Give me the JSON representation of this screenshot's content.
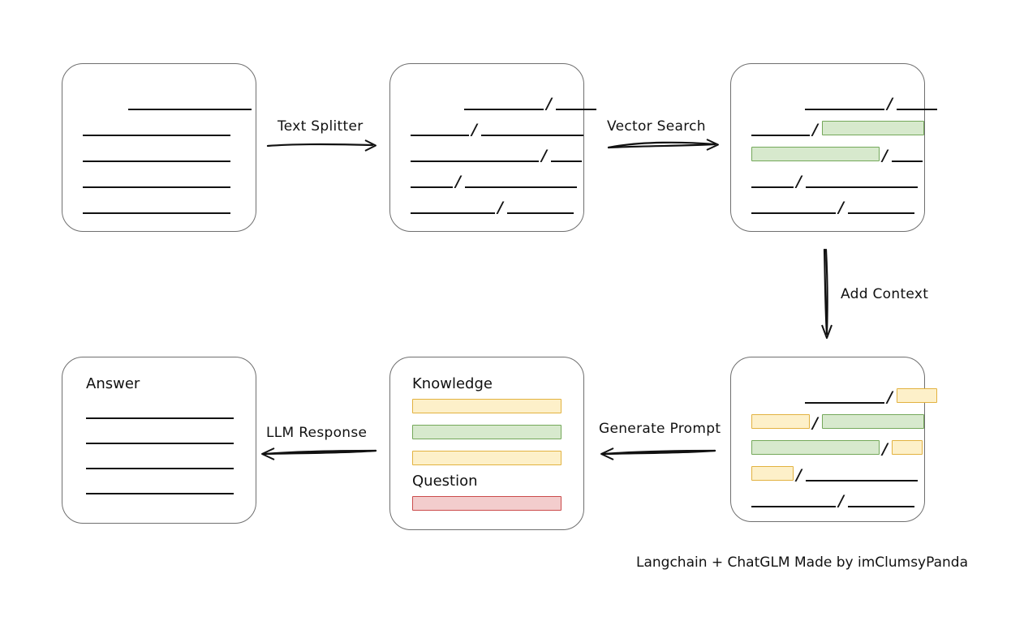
{
  "diagram": {
    "title_footer": "Langchain + ChatGLM Made by imClumsyPanda",
    "colors": {
      "box_border": "#6f6f6f",
      "rule": "#121212",
      "green_fill": "#d7e9cd",
      "green_border": "#74a85a",
      "yellow_fill": "#fdf0c9",
      "yellow_border": "#e2b240",
      "red_fill": "#f3cdcd",
      "red_border": "#cb4c4c"
    },
    "arrows": [
      {
        "id": "text-splitter",
        "label": "Text Splitter",
        "direction": "right"
      },
      {
        "id": "vector-search",
        "label": "Vector Search",
        "direction": "right"
      },
      {
        "id": "add-context",
        "label": "Add Context",
        "direction": "down"
      },
      {
        "id": "generate-prompt",
        "label": "Generate Prompt",
        "direction": "left"
      },
      {
        "id": "llm-response",
        "label": "LLM Response",
        "direction": "left"
      }
    ],
    "boxes": [
      {
        "id": "source-document",
        "title": "",
        "rows": [
          {
            "segments": [
              {
                "kind": "line",
                "indent": 56,
                "width": 152
              }
            ]
          },
          {
            "segments": [
              {
                "kind": "line",
                "indent": 0,
                "width": 182
              }
            ]
          },
          {
            "segments": [
              {
                "kind": "line",
                "indent": 0,
                "width": 182
              }
            ]
          },
          {
            "segments": [
              {
                "kind": "line",
                "indent": 0,
                "width": 182
              }
            ]
          },
          {
            "segments": [
              {
                "kind": "line",
                "indent": 0,
                "width": 182
              }
            ]
          }
        ]
      },
      {
        "id": "split-chunks",
        "title": "",
        "rows": [
          {
            "segments": [
              {
                "kind": "line",
                "indent": 66,
                "width": 98
              },
              {
                "kind": "slash"
              },
              {
                "kind": "line",
                "width": 50
              }
            ]
          },
          {
            "segments": [
              {
                "kind": "line",
                "indent": 0,
                "width": 72
              },
              {
                "kind": "slash"
              },
              {
                "kind": "line",
                "width": 126
              }
            ]
          },
          {
            "segments": [
              {
                "kind": "line",
                "indent": 0,
                "width": 158
              },
              {
                "kind": "slash"
              },
              {
                "kind": "line",
                "width": 38
              }
            ]
          },
          {
            "segments": [
              {
                "kind": "line",
                "indent": 0,
                "width": 52
              },
              {
                "kind": "slash"
              },
              {
                "kind": "line",
                "width": 138
              }
            ]
          },
          {
            "segments": [
              {
                "kind": "line",
                "indent": 0,
                "width": 104
              },
              {
                "kind": "slash"
              },
              {
                "kind": "line",
                "width": 82
              }
            ]
          }
        ]
      },
      {
        "id": "vector-matches",
        "title": "",
        "rows": [
          {
            "segments": [
              {
                "kind": "line",
                "indent": 66,
                "width": 98
              },
              {
                "kind": "slash"
              },
              {
                "kind": "line",
                "width": 50
              }
            ]
          },
          {
            "segments": [
              {
                "kind": "line",
                "indent": 0,
                "width": 72
              },
              {
                "kind": "slash"
              },
              {
                "kind": "chip",
                "color": "green",
                "width": 126
              }
            ]
          },
          {
            "segments": [
              {
                "kind": "chip",
                "color": "green",
                "indent": 0,
                "width": 158
              },
              {
                "kind": "slash"
              },
              {
                "kind": "line",
                "width": 38
              }
            ]
          },
          {
            "segments": [
              {
                "kind": "line",
                "indent": 0,
                "width": 52
              },
              {
                "kind": "slash"
              },
              {
                "kind": "line",
                "width": 138
              }
            ]
          },
          {
            "segments": [
              {
                "kind": "line",
                "indent": 0,
                "width": 104
              },
              {
                "kind": "slash"
              },
              {
                "kind": "line",
                "width": 82
              }
            ]
          }
        ]
      },
      {
        "id": "context-chunks",
        "title": "",
        "rows": [
          {
            "segments": [
              {
                "kind": "line",
                "indent": 66,
                "width": 98
              },
              {
                "kind": "slash"
              },
              {
                "kind": "chip",
                "color": "yellow",
                "width": 50
              }
            ]
          },
          {
            "segments": [
              {
                "kind": "chip",
                "color": "yellow",
                "indent": 0,
                "width": 72
              },
              {
                "kind": "slash"
              },
              {
                "kind": "chip",
                "color": "green",
                "width": 126
              }
            ]
          },
          {
            "segments": [
              {
                "kind": "chip",
                "color": "green",
                "indent": 0,
                "width": 158
              },
              {
                "kind": "slash"
              },
              {
                "kind": "chip",
                "color": "yellow",
                "width": 38
              }
            ]
          },
          {
            "segments": [
              {
                "kind": "chip",
                "color": "yellow",
                "indent": 0,
                "width": 52
              },
              {
                "kind": "slash"
              },
              {
                "kind": "line",
                "width": 138
              }
            ]
          },
          {
            "segments": [
              {
                "kind": "line",
                "indent": 0,
                "width": 104
              },
              {
                "kind": "slash"
              },
              {
                "kind": "line",
                "width": 82
              }
            ]
          }
        ]
      }
    ],
    "prompt_box": {
      "id": "prompt",
      "knowledge_label": "Knowledge",
      "question_label": "Question",
      "knowledge_bars": [
        "yellow",
        "green",
        "yellow"
      ],
      "question_bars": [
        "red"
      ]
    },
    "answer_box": {
      "id": "answer",
      "label": "Answer",
      "line_count": 4,
      "line_width": 182
    }
  }
}
